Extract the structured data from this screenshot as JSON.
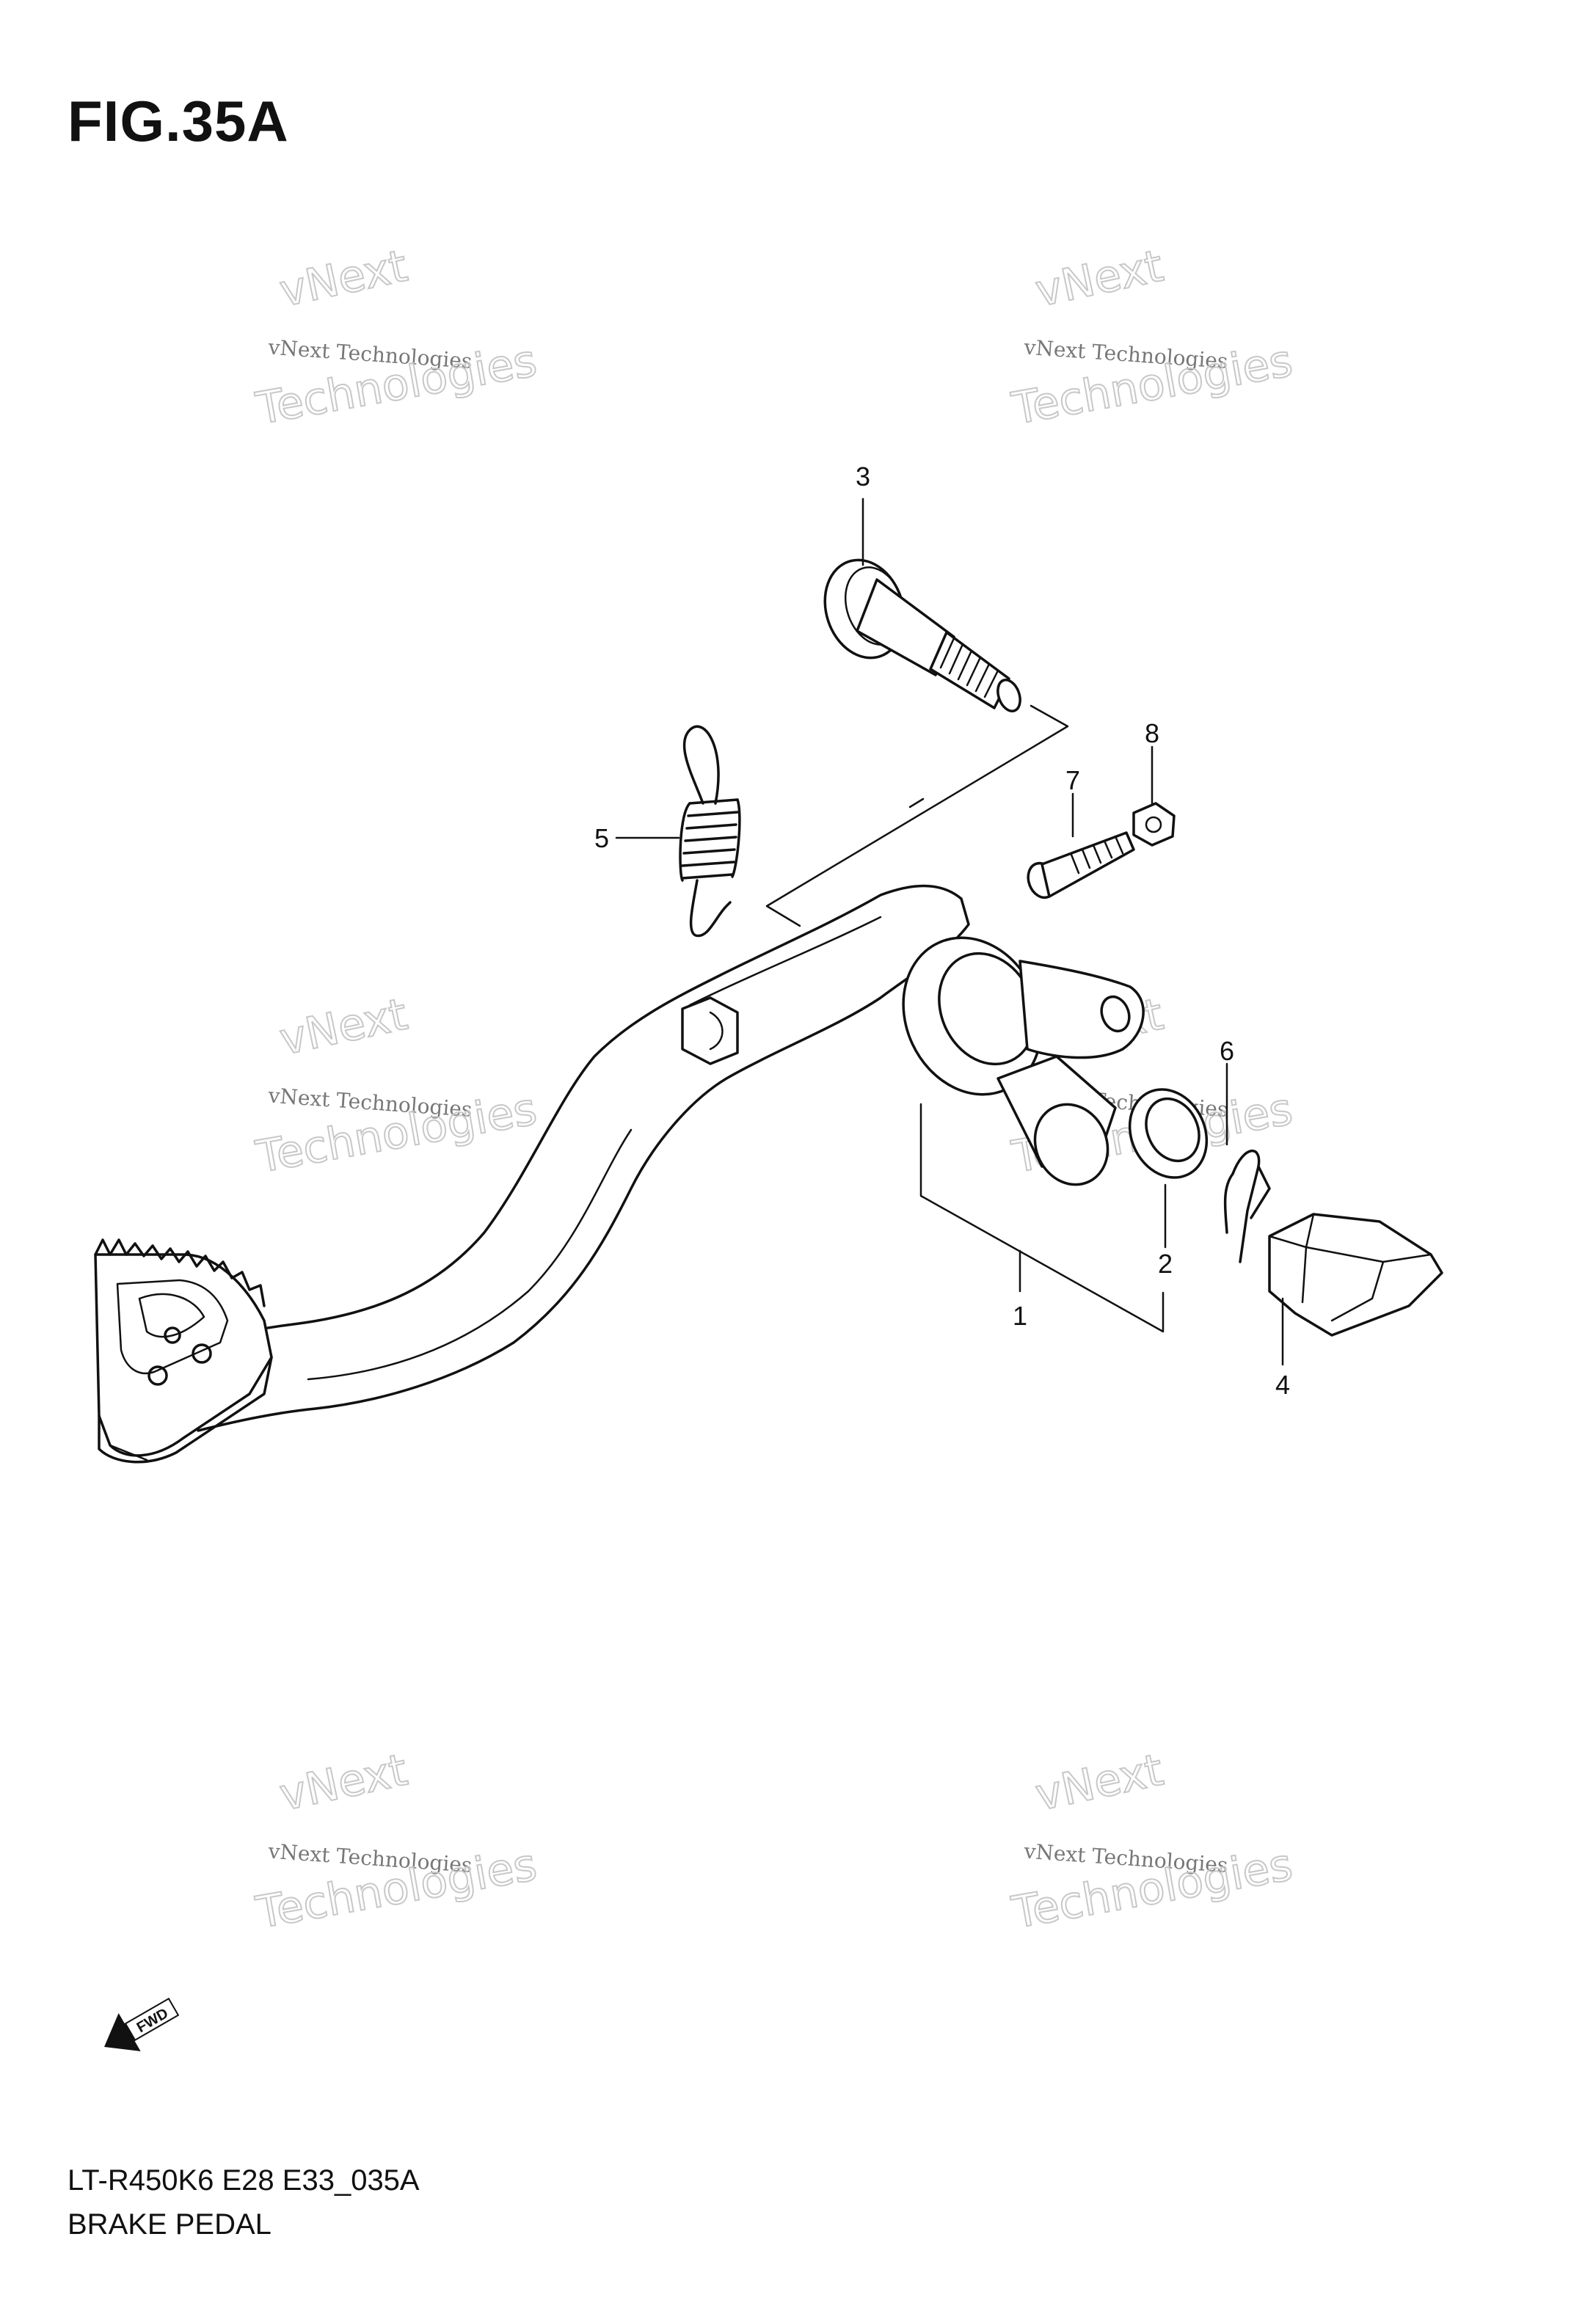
{
  "figure": {
    "title": "FIG.35A",
    "model_code": "LT-R450K6 E28 E33_035A",
    "name": "BRAKE PEDAL"
  },
  "callouts": [
    "1",
    "2",
    "3",
    "4",
    "5",
    "6",
    "7",
    "8"
  ],
  "watermark": {
    "line1": "vNext",
    "line2": "vNext Technologies",
    "line3": "Technologies"
  },
  "fwd_label": "FWD",
  "icons": {
    "fwd": "fwd-arrow-icon"
  }
}
